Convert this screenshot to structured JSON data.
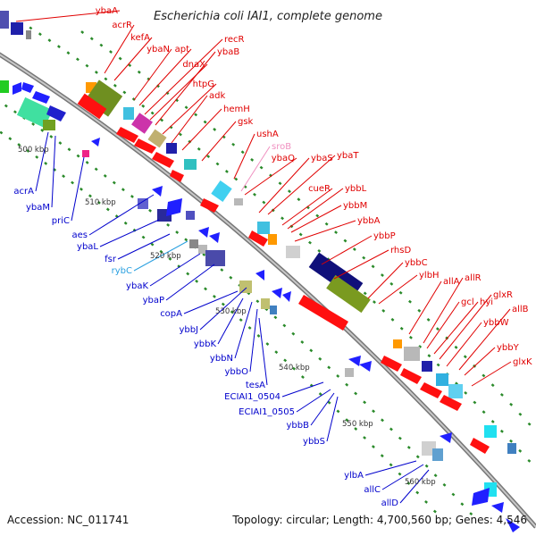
{
  "title": "Escherichia coli IAI1, complete genome",
  "accession": "Accession: NC_011741",
  "summary": "Topology: circular; Length: 4,700,560 bp; Genes: 4,546",
  "colors": {
    "forward_label": "#e00000",
    "reverse_label": "#0000cc",
    "rna_label_forward": "#f090c0",
    "rna_label_reverse": "#2aa0e0",
    "backbone": "#888888",
    "tick": "#2a8a2a"
  },
  "kbp_marks": [
    {
      "text": "500 kbp"
    },
    {
      "text": "510 kbp"
    },
    {
      "text": "520 kbp"
    },
    {
      "text": "530 kbp"
    },
    {
      "text": "540 kbp"
    },
    {
      "text": "550 kbp"
    },
    {
      "text": "560 kbp"
    }
  ],
  "forward_labels": [
    {
      "text": "ybaA",
      "color": "#e00000"
    },
    {
      "text": "acrR",
      "color": "#e00000"
    },
    {
      "text": "kefA",
      "color": "#e00000"
    },
    {
      "text": "ybaN",
      "color": "#e00000"
    },
    {
      "text": "apt",
      "color": "#e00000"
    },
    {
      "text": "recR",
      "color": "#e00000"
    },
    {
      "text": "dnaX",
      "color": "#e00000"
    },
    {
      "text": "ybaB",
      "color": "#e00000"
    },
    {
      "text": "htpG",
      "color": "#e00000"
    },
    {
      "text": "adk",
      "color": "#e00000"
    },
    {
      "text": "hemH",
      "color": "#e00000"
    },
    {
      "text": "gsk",
      "color": "#e00000"
    },
    {
      "text": "ushA",
      "color": "#e00000"
    },
    {
      "text": "sroB",
      "color": "#f090c0"
    },
    {
      "text": "ybaQ",
      "color": "#e00000"
    },
    {
      "text": "ybaS",
      "color": "#e00000"
    },
    {
      "text": "ybaT",
      "color": "#e00000"
    },
    {
      "text": "cueR",
      "color": "#e00000"
    },
    {
      "text": "ybbL",
      "color": "#e00000"
    },
    {
      "text": "ybbM",
      "color": "#e00000"
    },
    {
      "text": "ybbA",
      "color": "#e00000"
    },
    {
      "text": "ybbP",
      "color": "#e00000"
    },
    {
      "text": "rhsD",
      "color": "#e00000"
    },
    {
      "text": "ybbC",
      "color": "#e00000"
    },
    {
      "text": "ylbH",
      "color": "#e00000"
    },
    {
      "text": "allA",
      "color": "#e00000"
    },
    {
      "text": "allR",
      "color": "#e00000"
    },
    {
      "text": "gcl",
      "color": "#e00000"
    },
    {
      "text": "hyi",
      "color": "#e00000"
    },
    {
      "text": "glxR",
      "color": "#e00000"
    },
    {
      "text": "ybbW",
      "color": "#e00000"
    },
    {
      "text": "allB",
      "color": "#e00000"
    },
    {
      "text": "ybbY",
      "color": "#e00000"
    },
    {
      "text": "glxK",
      "color": "#e00000"
    }
  ],
  "reverse_labels": [
    {
      "text": "acrA",
      "color": "#0000cc"
    },
    {
      "text": "ybaM",
      "color": "#0000cc"
    },
    {
      "text": "priC",
      "color": "#0000cc"
    },
    {
      "text": "aes",
      "color": "#0000cc"
    },
    {
      "text": "ybaL",
      "color": "#0000cc"
    },
    {
      "text": "fsr",
      "color": "#0000cc"
    },
    {
      "text": "rybC",
      "color": "#2aa0e0"
    },
    {
      "text": "ybaK",
      "color": "#0000cc"
    },
    {
      "text": "ybaP",
      "color": "#0000cc"
    },
    {
      "text": "copA",
      "color": "#0000cc"
    },
    {
      "text": "ybbJ",
      "color": "#0000cc"
    },
    {
      "text": "ybbK",
      "color": "#0000cc"
    },
    {
      "text": "ybbN",
      "color": "#0000cc"
    },
    {
      "text": "ybbO",
      "color": "#0000cc"
    },
    {
      "text": "tesA",
      "color": "#0000cc"
    },
    {
      "text": "ECIAI1_0504",
      "color": "#0000cc"
    },
    {
      "text": "ECIAI1_0505",
      "color": "#0000cc"
    },
    {
      "text": "ybbB",
      "color": "#0000cc"
    },
    {
      "text": "ybbS",
      "color": "#0000cc"
    },
    {
      "text": "ylbA",
      "color": "#0000cc"
    },
    {
      "text": "allC",
      "color": "#0000cc"
    },
    {
      "text": "allD",
      "color": "#0000cc"
    }
  ]
}
